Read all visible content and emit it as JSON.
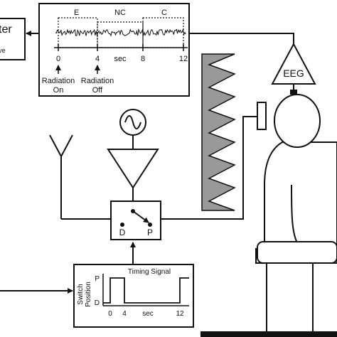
{
  "top_box": {
    "segment_labels": [
      "E",
      "NC",
      "C"
    ],
    "axis_ticks": [
      "0",
      "4",
      "8",
      "12"
    ],
    "axis_unit": "sec",
    "radiation_on_label": [
      "Radiation",
      "On"
    ],
    "radiation_off_label": [
      "Radiation",
      "Off"
    ]
  },
  "left_box": {
    "text_top": "ter",
    "text_bottom": "ve"
  },
  "eeg_label": "EEG",
  "switch_labels": {
    "left": "D",
    "right": "P"
  },
  "timing_box": {
    "title": "Timing Signal",
    "y_axis_label": [
      "Switch",
      "Position"
    ],
    "y_ticks": [
      "P",
      "D"
    ],
    "x_ticks": [
      "0",
      "4",
      "12"
    ],
    "x_unit": "sec"
  },
  "colors": {
    "stroke": "#111111",
    "absorber": "#999999",
    "background": "#ffffff"
  }
}
